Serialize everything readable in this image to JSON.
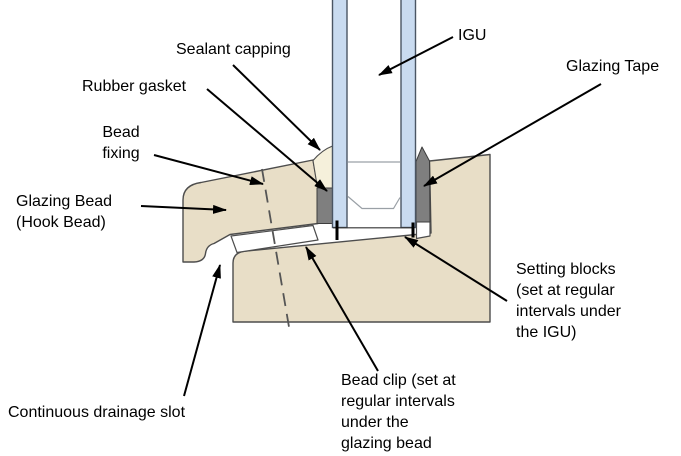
{
  "diagram": {
    "labels": {
      "sealant_capping": "Sealant capping",
      "rubber_gasket": "Rubber gasket",
      "bead_fixing": "Bead\nfixing",
      "glazing_bead": "Glazing Bead\n(Hook Bead)",
      "igu": "IGU",
      "glazing_tape": "Glazing Tape",
      "setting_blocks": "Setting blocks\n(set at regular\nintervals under\nthe IGU)",
      "continuous_drainage_slot": "Continuous drainage slot",
      "bead_clip": "Bead clip (set at\nregular intervals\nunder the\nglazing bead"
    },
    "colors": {
      "frame_tan": "#E8DEC7",
      "sealant_cream": "#F5F0DB",
      "rubber_gray": "#7F7F7F",
      "glass_blue": "#C9DBF0",
      "outline": "#4D4D4D",
      "spacer_line": "#9AA0A6",
      "ink": "#000000"
    }
  }
}
